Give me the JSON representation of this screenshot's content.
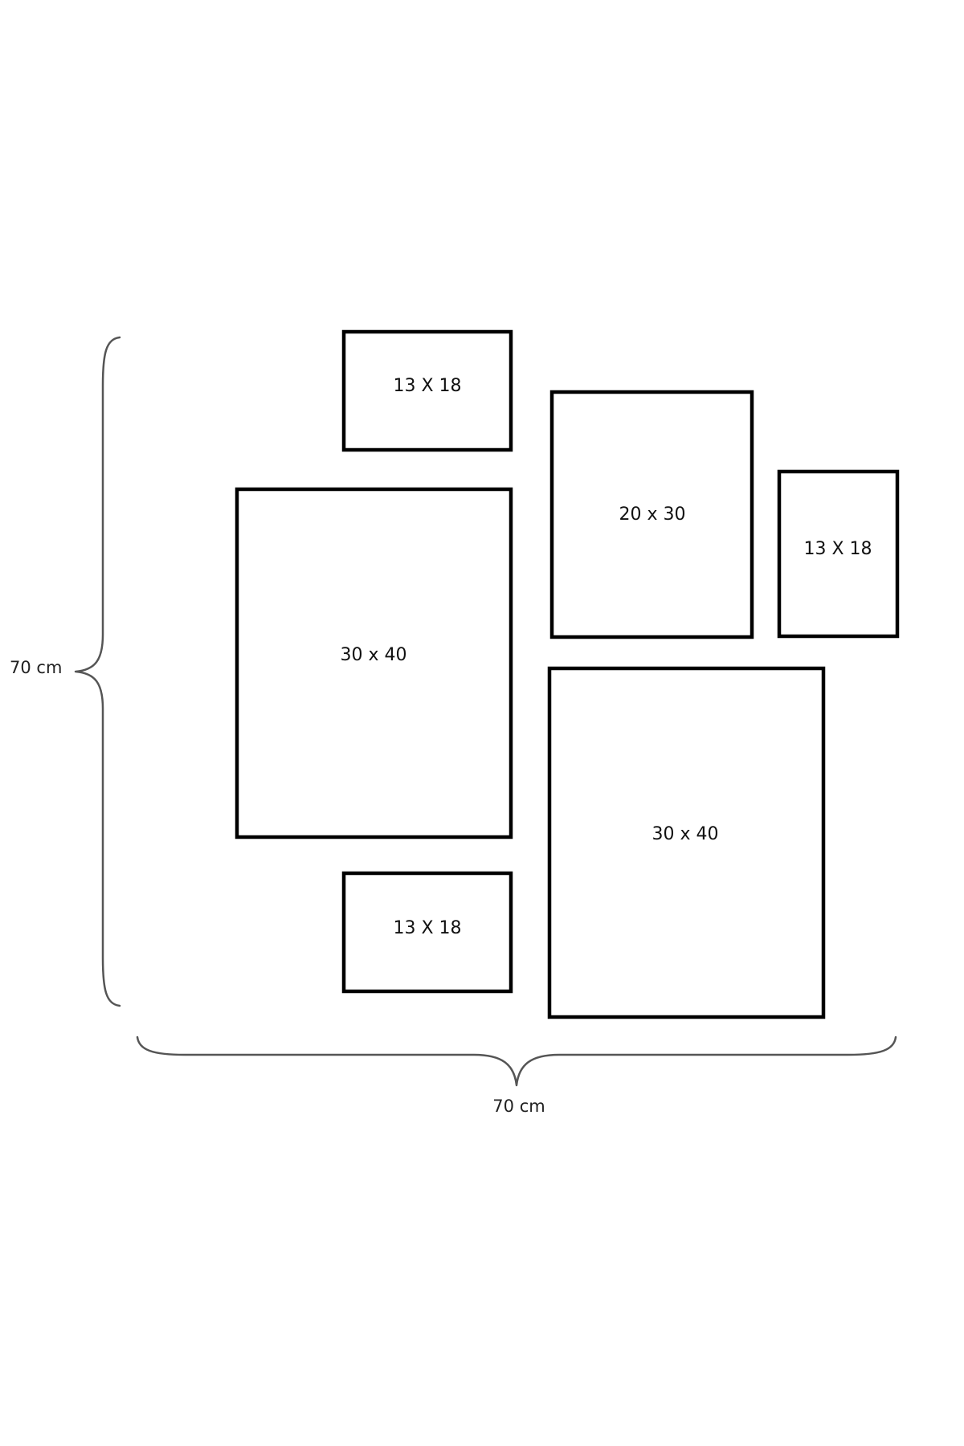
{
  "frames": [
    {
      "label": "13 X 18"
    },
    {
      "label": "20 x 30"
    },
    {
      "label": "13 X 18"
    },
    {
      "label": "30 x 40"
    },
    {
      "label": "30 x 40"
    },
    {
      "label": "13 X 18"
    }
  ],
  "dimensions": {
    "height_label": "70 cm",
    "width_label": "70 cm"
  },
  "colors": {
    "frame_stroke": "#000000",
    "brace_stroke": "#555555",
    "background": "#ffffff"
  }
}
